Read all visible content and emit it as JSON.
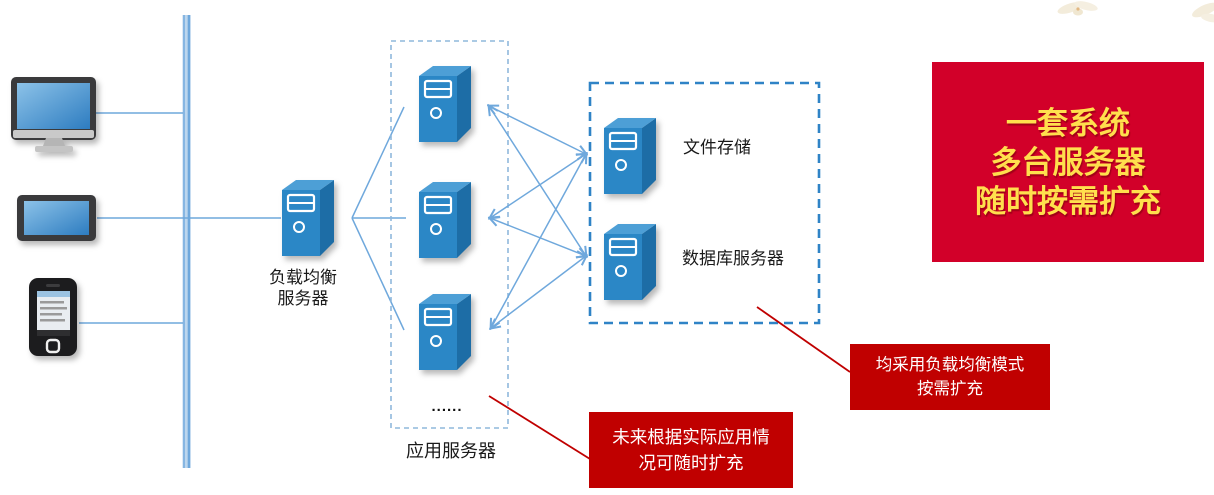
{
  "diagram_title": "server-architecture-diagram",
  "clients": {
    "desktop": "desktop-computer",
    "tablet": "tablet-display",
    "phone": "smartphone"
  },
  "labels": {
    "load_balancer_line1": "负载均衡",
    "load_balancer_line2": "服务器",
    "app_servers": "应用服务器",
    "ellipsis": "......",
    "file_storage": "文件存储",
    "database_server": "数据库服务器"
  },
  "callouts": {
    "storage": {
      "line1": "均采用负载均衡模式",
      "line2": "按需扩充"
    },
    "app": {
      "line1": "未来根据实际应用情",
      "line2": "况可随时扩充"
    }
  },
  "banner": {
    "line1": "一套系统",
    "line2": "多台服务器",
    "line3": "随时按需扩充"
  },
  "icons": [
    "desktop-icon",
    "tablet-icon",
    "smartphone-icon",
    "load-balancer-server-icon",
    "app-server-icon-1",
    "app-server-icon-2",
    "app-server-icon-3",
    "file-storage-server-icon",
    "database-server-icon"
  ],
  "colors": {
    "line_blue": "#6fa8dc",
    "bus_light": "#bcd6ee",
    "dashed_app_box": "#8fb8dc",
    "dashed_storage_box": "#2f83c6",
    "server_front": "#2b87c6",
    "server_top": "#4d9fd6",
    "server_side": "#1d6da6",
    "red_line": "#c00000",
    "callout_bg": "#c00000",
    "banner_bg": "#d20029",
    "banner_text": "#ffdf4d"
  }
}
